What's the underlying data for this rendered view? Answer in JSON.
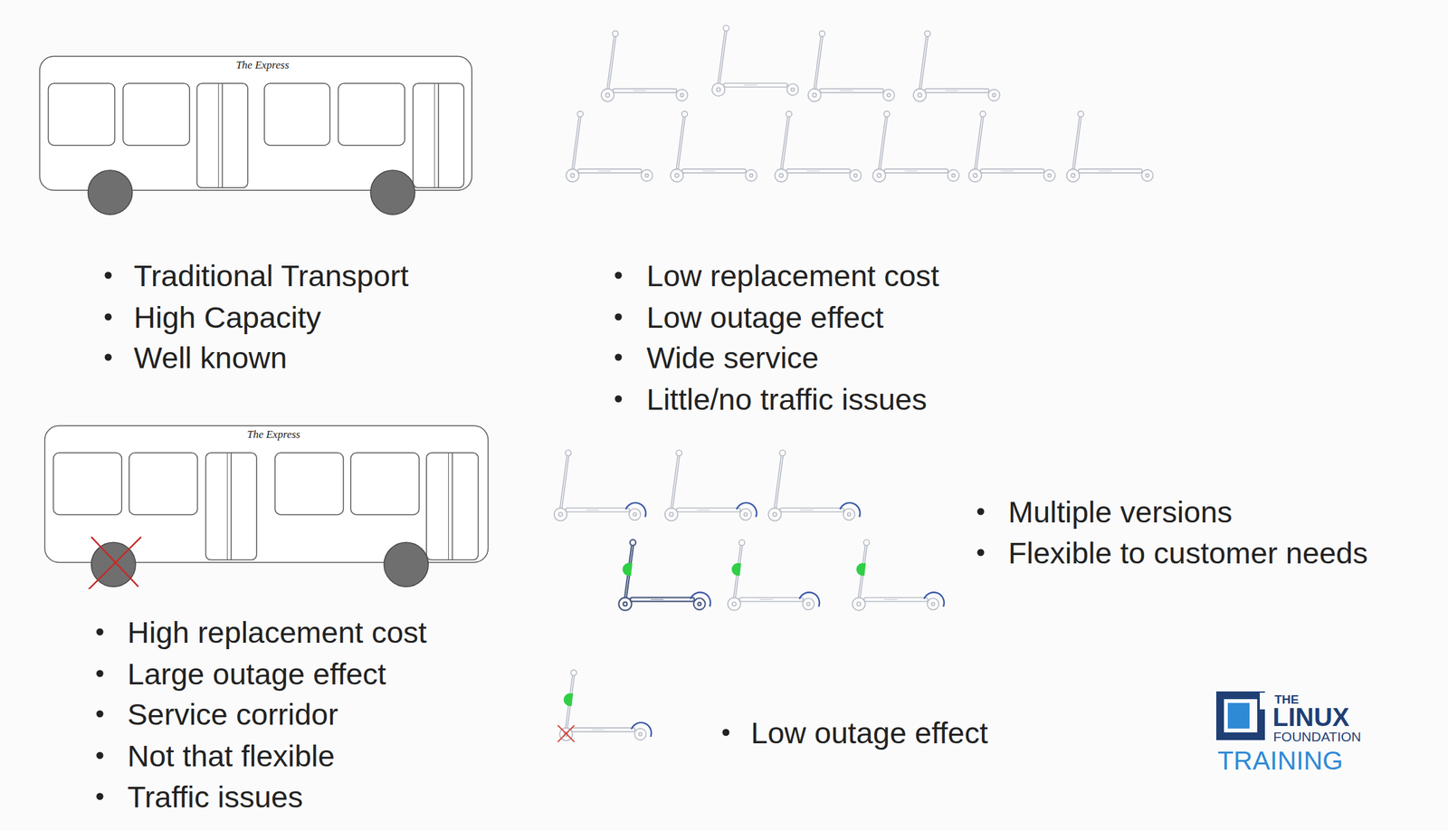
{
  "diagram": {
    "nodes": [
      {
        "text": [
          "The Express"
        ]
      },
      {
        "text": [
          "The Express"
        ]
      }
    ],
    "labels": [
      "Traditional Transport",
      "High Capacity",
      "Well known",
      "Low replacement cost",
      "Low outage effect",
      "Wide service",
      "Little/no traffic issues",
      "High replacement cost",
      "Large outage effect",
      "Service corridor",
      "Not that flexible",
      "Traffic issues",
      "Multiple versions",
      "Flexible to customer needs",
      "Low outage effect",
      "THE",
      "LINUX",
      "FOUNDATION",
      "TRAINING"
    ]
  }
}
